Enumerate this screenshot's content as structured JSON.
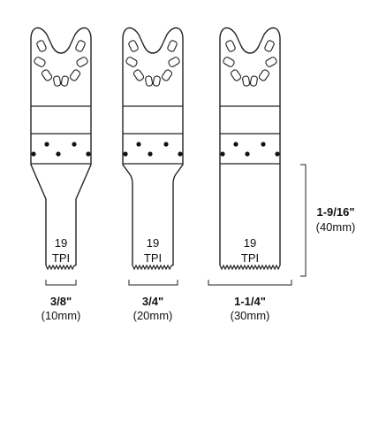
{
  "blades": [
    {
      "tpi_number": "19",
      "tpi_unit": "TPI",
      "width_in": "3/8\"",
      "width_mm": "(10mm)"
    },
    {
      "tpi_number": "19",
      "tpi_unit": "TPI",
      "width_in": "3/4\"",
      "width_mm": "(20mm)"
    },
    {
      "tpi_number": "19",
      "tpi_unit": "TPI",
      "width_in": "1-1/4\"",
      "width_mm": "(30mm)"
    }
  ],
  "depth": {
    "in": "1-9/16\"",
    "mm": "(40mm)"
  }
}
